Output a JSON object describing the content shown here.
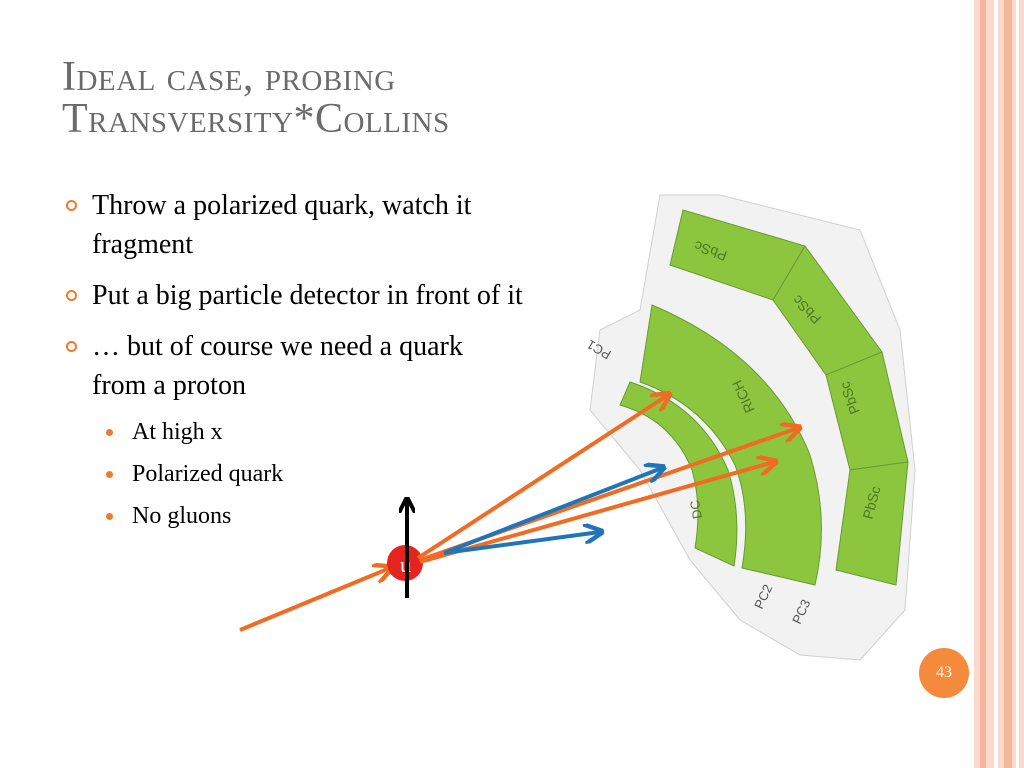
{
  "slide": {
    "title_line1": "Ideal case, probing",
    "title_line2": "Transversity*Collins",
    "bullets": [
      "Throw a polarized quark, watch it fragment",
      "Put a big particle detector in front of it",
      "… but of course we need a quark from a proton"
    ],
    "sub_bullets": [
      "At high x",
      "Polarized quark",
      "No gluons"
    ],
    "page_number": "43"
  },
  "figure": {
    "quark_label": "u",
    "detector_labels": {
      "pbsc": "PbSc",
      "rich": "RICH",
      "dc": "DC",
      "pc1": "PC1",
      "pc2": "PC2",
      "pc3": "PC3"
    }
  },
  "colors": {
    "accent": "#f07b2b",
    "title": "#6b6b6b",
    "detector_green": "#8cc63f",
    "arrow_orange": "#f26b22",
    "arrow_blue": "#1f75b9",
    "quark_red": "#e52420"
  }
}
